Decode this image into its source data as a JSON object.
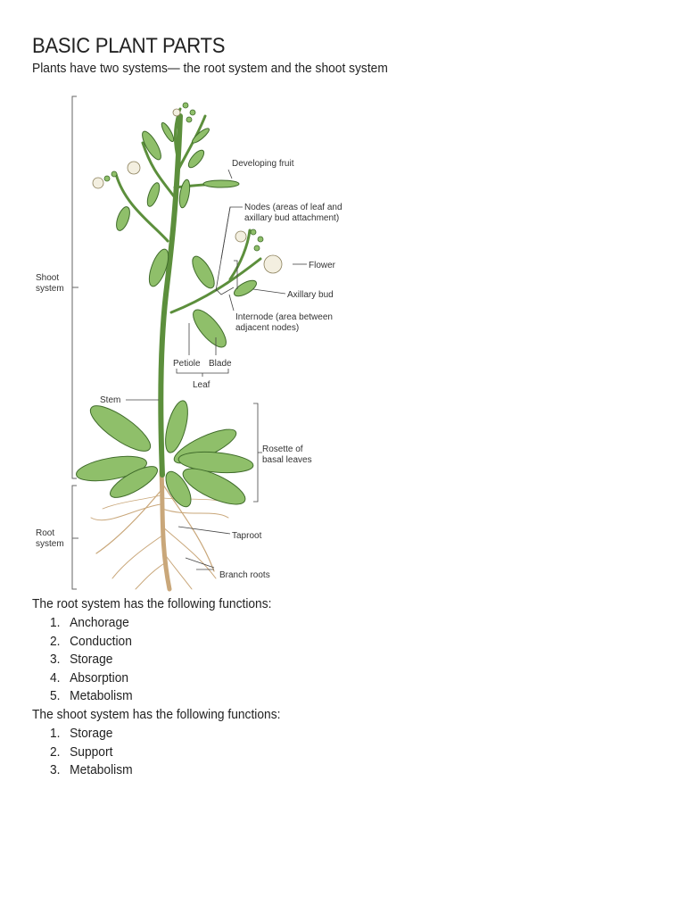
{
  "title": "BASIC PLANT PARTS",
  "subtitle": "Plants have two systems— the root system and the shoot system",
  "figure": {
    "labels": {
      "shoot_system_1": "Shoot",
      "shoot_system_2": "system",
      "root_system_1": "Root",
      "root_system_2": "system",
      "developing_fruit": "Developing fruit",
      "nodes_1": "Nodes (areas of leaf and",
      "nodes_2": "axillary bud attachment)",
      "flower": "Flower",
      "axillary_bud": "Axillary bud",
      "internode_1": "Internode (area between",
      "internode_2": "adjacent nodes)",
      "petiole": "Petiole",
      "blade": "Blade",
      "leaf": "Leaf",
      "stem": "Stem",
      "rosette_1": "Rosette of",
      "rosette_2": "basal leaves",
      "taproot": "Taproot",
      "branch_roots": "Branch roots"
    }
  },
  "root_section": {
    "heading": "The root system has the following functions:",
    "items": [
      {
        "num": "1.",
        "text": "Anchorage"
      },
      {
        "num": "2.",
        "text": "Conduction"
      },
      {
        "num": "3.",
        "text": "Storage"
      },
      {
        "num": "4.",
        "text": "Absorption"
      },
      {
        "num": "5.",
        "text": "Metabolism"
      }
    ]
  },
  "shoot_section": {
    "heading": "The shoot system has the following functions:",
    "items": [
      {
        "num": "1.",
        "text": "Storage"
      },
      {
        "num": "2.",
        "text": "Support"
      },
      {
        "num": "3.",
        "text": "Metabolism"
      }
    ]
  },
  "colors": {
    "leaf_fill": "#8fbf6a",
    "leaf_stroke": "#3f6b2a",
    "stem": "#5c8f3c",
    "root": "#c9a77a",
    "flower": "#f3efe0",
    "line": "#444444"
  }
}
